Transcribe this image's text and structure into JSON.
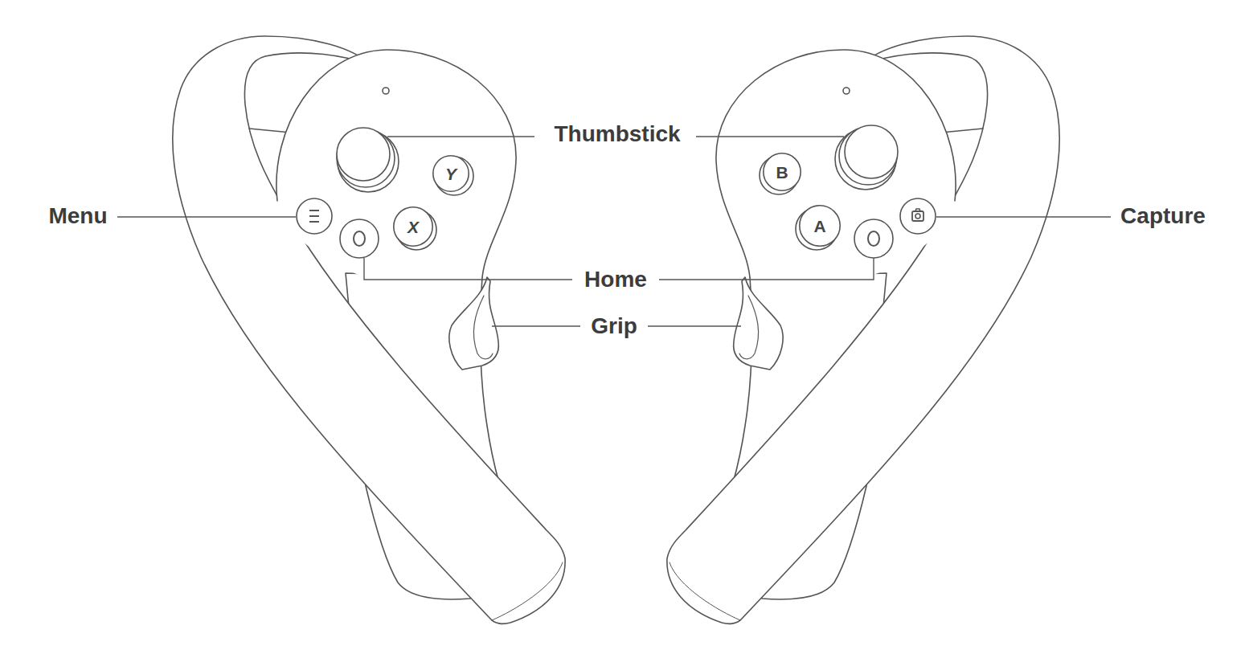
{
  "diagram": {
    "nodes": [
      {
        "text": [
          "Y"
        ]
      },
      {
        "text": [
          "B"
        ]
      },
      {
        "text": [
          "X"
        ]
      },
      {
        "text": [
          "A"
        ]
      }
    ],
    "labels": [
      "Thumbstick",
      "Menu",
      "Capture",
      "Home",
      "Grip"
    ]
  }
}
